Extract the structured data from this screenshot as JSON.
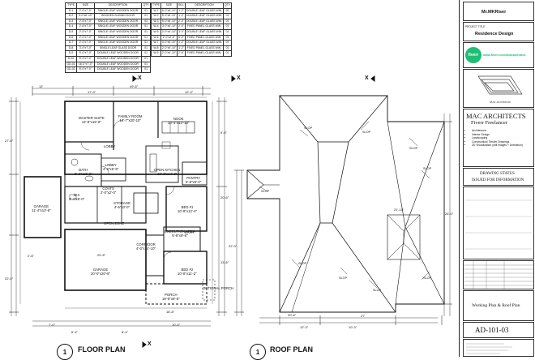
{
  "door_schedule": {
    "headers": [
      "TYPE",
      "SIZE",
      "DESCRIPTION",
      "QTY"
    ],
    "rows": [
      [
        "D-1",
        "2'-0\"x7'-0\"",
        "SINGLE LEAF WOODEN DOOR",
        "01"
      ],
      [
        "D-2",
        "3'-0\"x6'-10\"",
        "WOODEN SLIDING DOOR",
        "01"
      ],
      [
        "D-3",
        "2'-6\"x7'-0\"",
        "SINGLE LEAF WOODEN DOOR",
        "03"
      ],
      [
        "D-4",
        "2'-6\"x7'-0\"",
        "SINGLE LEAF WOODEN DOOR",
        "01"
      ],
      [
        "D-5",
        "2'-0\"x7'-0\"",
        "SINGLE LEAF WOODEN DOOR",
        "01"
      ],
      [
        "D-6",
        "2'-0\"x7'-0\"",
        "SINGLE LEAF WOODEN DOOR",
        "01"
      ],
      [
        "D-7",
        "2'-0\"x7'-0\"",
        "SINGLE LEAF WOODEN DOOR",
        "01"
      ],
      [
        "D-8",
        "3'-0\"x7'-0\"",
        "SINGLE LEAF GLASS DOOR",
        "01"
      ],
      [
        "D-9",
        "5'-0\"x7'-0\"",
        "DOUBLE LEAF WOODEN DOOR",
        "01"
      ],
      [
        "D-10",
        "5'-0\"x7'-0\"",
        "DOUBLE LEAF WOODEN DOOR",
        "01"
      ],
      [
        "GD-01",
        "16'-0\"x7'-0\"",
        "DOUBLE LEAF WOODEN DOOR",
        "01"
      ],
      [
        "GD-02",
        "8'-0\"x7'-0\"",
        "DOUBLE LEAF WOODEN DOOR",
        "01"
      ]
    ]
  },
  "window_schedule": {
    "headers": [
      "TYPE",
      "SIZE",
      "SILL",
      "DESCRIPTION",
      "QTY"
    ],
    "rows": [
      [
        "W-1",
        "6'-0\"x5'-10\"",
        "1'-2\"",
        "DOUBLE LEAF GLASS WIN.",
        "03"
      ],
      [
        "W-2",
        "5'-0\"x5'-10\"",
        "1'-2\"",
        "DOUBLE LEAF GLASS WIN.",
        "01"
      ],
      [
        "W-3",
        "5'-0\"x5'-10\"",
        "2'-0\"",
        "DOUBLE LEAF GLASS WIN.",
        "01"
      ],
      [
        "W-4",
        "3'-0\"x5'-10\"",
        "2'-0\"",
        "FIXED PANEL GLASS WIN.",
        "01"
      ],
      [
        "W-5",
        "2'-0\"x4'-10\"",
        "3'-0\"",
        "DOUBLE LEAF GLASS WIN.",
        "01"
      ],
      [
        "W-6",
        "2'-0\"x2'-6\"",
        "5'-0\"",
        "FIXED PANEL GLASS WIN.",
        "01"
      ],
      [
        "W-7",
        "3'-0\"x5'-10\"",
        "1'-2\"",
        "DOUBLE LEAF GLASS WIN.",
        "01"
      ],
      [
        "W-8",
        "2'-0\"x5'-10\"",
        "1'-2\"",
        "FIXED PANEL GLASS WIN.",
        "01"
      ],
      [
        "W-9",
        "2'-0\"x4'-10\"",
        "2'-6\"",
        "FIXED PANEL GLASS WIN.",
        "01"
      ]
    ]
  },
  "title_block": {
    "client_name": "Mr.MKRiser",
    "project_label": "PROJECT TITLE",
    "project_title": "Residence Design",
    "fiverr_badge": "fiverr",
    "fiverr_url": "www.fiverr.com/macarchitect",
    "logo_text": "Mac Architects",
    "firm_name": "MAC ARCHITECTS",
    "firm_subtitle": "Fiverr Freelancer",
    "services": [
      "Architecture",
      "Interior Design",
      "Landscaping",
      "Construction/ Tender Drawings",
      "3D Visualization (still images + Animation)"
    ],
    "drawing_status_label": "DRAWING STATUS",
    "drawing_status": "ISSUED FOR INFORMATION",
    "sheet_title": "Working Plan & Roof Plan",
    "sheet_number": "AD-101-03"
  },
  "floor_plan": {
    "view_number": "1",
    "title": "FLOOR PLAN",
    "rooms": [
      {
        "name": "MASTER SUITE",
        "size": "12'-8\"x15'-8\""
      },
      {
        "name": "FAMILY ROOM",
        "size": "14'-7\"x20'-10\""
      },
      {
        "name": "NOOK",
        "size": "10'-4\"x13'-10\""
      },
      {
        "name": "BATH",
        "size": "9'-2\"x13'-2\""
      },
      {
        "name": "LOBBY",
        "size": "4'-6\"x5'-9\""
      },
      {
        "name": "OPEN KITCHEN",
        "size": "10'-2\"x14'-3\""
      },
      {
        "name": "PANTRY",
        "size": "5'-8\"x5'-0\""
      },
      {
        "name": "GARAGE",
        "size": "11'-4\"x13'-6\""
      },
      {
        "name": "W.C",
        "size": "3'-4\"x5'-0\""
      },
      {
        "name": "COATS",
        "size": "2'-0\"x2'-0\""
      },
      {
        "name": "STORAGE",
        "size": "4'-6\"x3'-0\""
      },
      {
        "name": "BED #1",
        "size": "10'-8\"x12'-4\""
      },
      {
        "name": "CORRIDOR",
        "size": "4'-0\"x14'-10\""
      },
      {
        "name": "EXECUTION AREA",
        "size": "5'-8\"x9'-8\""
      },
      {
        "name": "GARAGE",
        "size": "20'-0\"x20'-8\""
      },
      {
        "name": "BED #2",
        "size": "10'-8\"x11'-2\""
      },
      {
        "name": "PORCH",
        "size": "18'-8\"x8'-8\""
      }
    ],
    "labels": [
      "LOBBY",
      "BATH",
      "OPEN ZONE",
      "OPTIONAL PORCH"
    ],
    "dimensions": [
      "49'-6\"",
      "27'-6\"",
      "22'-0\"",
      "20'-8\"",
      "12'",
      "17'-9\"",
      "12'-3\"",
      "7'-0\"",
      "6'-4\"",
      "10'-6\"",
      "18'-8\"",
      "8'-4\"",
      "20'-6\"",
      "13'-6\"",
      "9'-6\"",
      "2'-6\""
    ]
  },
  "roof_plan": {
    "view_number": "1",
    "title": "ROOF PLAN",
    "slope_label": "SLOP",
    "dimensions": [
      "20'-6\"",
      "12'-3\"",
      "10'-3\"",
      "27'",
      "22'-0\"",
      "26'-0\"",
      "21'-10\""
    ]
  },
  "section_marker": "X"
}
